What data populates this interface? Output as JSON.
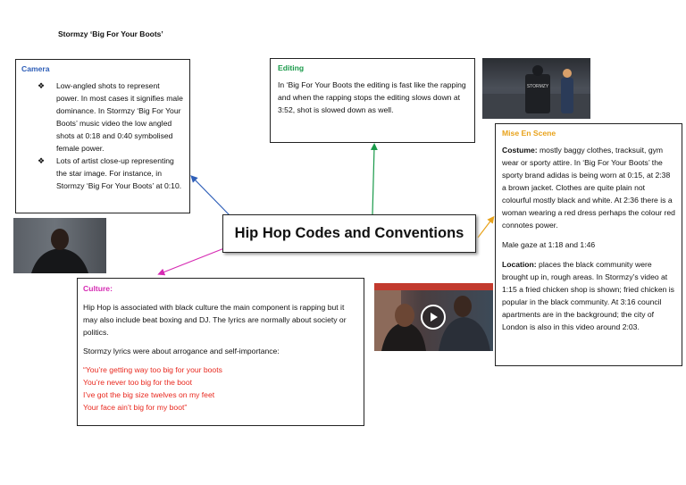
{
  "page": {
    "title": "Stormzy ‘Big For Your Boots’"
  },
  "colors": {
    "camera": "#2f5fb8",
    "editing": "#1a9a4a",
    "mise": "#e8a21a",
    "culture": "#d62bb3",
    "lyrics": "#e8281e"
  },
  "centre": {
    "title": "Hip Hop Codes and Conventions"
  },
  "camera": {
    "heading": "Camera",
    "bullets": [
      "Low-angled shots to represent power. In most cases it signifies male dominance. In Stormzy ‘Big For Your Boots’ music video the low angled shots at 0:18 and 0:40 symbolised female power.",
      "Lots of artist close-up representing the star image. For instance, in Stormzy ‘Big For Your Boots’ at 0:10."
    ]
  },
  "editing": {
    "heading": "Editing",
    "body": "In ‘Big For Your Boots the editing is fast like the rapping and when the rapping stops the editing slows down at 3:52, shot is slowed down as well."
  },
  "mise": {
    "heading": "Mise En Scene",
    "costume_label": "Costume:",
    "costume_text": " mostly baggy clothes, tracksuit, gym wear or sporty attire. In ‘Big For Your Boots’ the sporty brand adidas is being worn at 0:15, at 2:38 a brown jacket. Clothes are quite plain not colourful mostly black and white. At 2:36 there is a woman wearing a red dress perhaps the colour red connotes power.",
    "male_gaze": "Male gaze at 1:18 and 1:46",
    "location_label": "Location:",
    "location_text": " places the black community were brought up in, rough areas. In Stormzy’s video at 1:15 a fried chicken shop is shown; fried chicken is popular in the black community. At 3:16 council apartments are in the background; the city of London is also in this video around 2:03."
  },
  "culture": {
    "heading": "Culture:",
    "body": " Hip Hop is associated with black culture the main component is rapping but it may also include beat boxing and DJ. The lyrics are normally about society or politics.",
    "lyrics_intro": "Stormzy lyrics were about arrogance and self-importance:",
    "lyrics": [
      " “You’re getting way too big for your boots",
      "You’re never too big for the boot",
      "I’ve got the big size twelves on my feet",
      "Your face ain’t big for my boot”"
    ]
  },
  "thumbnails": {
    "boots_caption": "STORMZY"
  }
}
